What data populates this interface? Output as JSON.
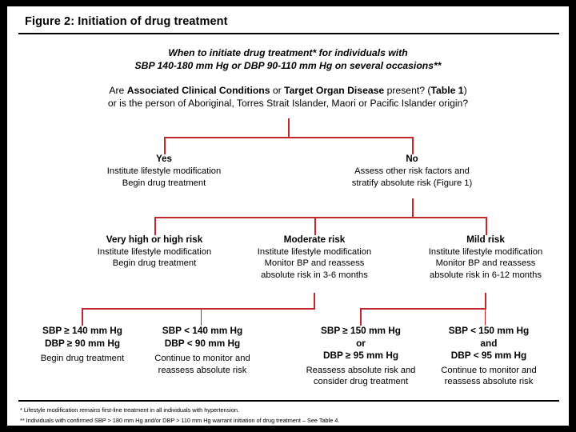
{
  "figure": {
    "title": "Figure 2: Initiation of drug treatment",
    "accent_color": "#c1272d",
    "border_color": "#000000",
    "background_color": "#ffffff"
  },
  "question": {
    "heading_line1": "When to initiate drug treatment* for individuals with",
    "heading_line2": "SBP 140-180 mm Hg or DBP 90-110 mm Hg on several occasions**",
    "prompt_line1_a": "Are ",
    "prompt_line1_b": "Associated Clinical Conditions",
    "prompt_line1_c": " or ",
    "prompt_line1_d": "Target Organ Disease",
    "prompt_line1_e": " present? (",
    "prompt_line1_f": "Table 1",
    "prompt_line1_g": ")",
    "prompt_line2": "or is the person of Aboriginal, Torres Strait Islander, Maori or Pacific Islander origin?"
  },
  "branches": {
    "yes": {
      "label": "Yes",
      "line1": "Institute lifestyle modification",
      "line2": "Begin drug treatment"
    },
    "no": {
      "label": "No",
      "line1": "Assess other risk factors and",
      "line2": "stratify absolute risk (Figure 1)"
    }
  },
  "risk_levels": [
    {
      "heading": "Very high or high risk",
      "line1": "Institute lifestyle modification",
      "line2": "Begin drug treatment",
      "line3": ""
    },
    {
      "heading": "Moderate risk",
      "line1": "Institute lifestyle modification",
      "line2": "Monitor BP and reassess",
      "line3": "absolute risk in 3-6 months"
    },
    {
      "heading": "Mild risk",
      "line1": "Institute lifestyle modification",
      "line2": "Monitor BP and reassess",
      "line3": "absolute risk in 6-12 months"
    }
  ],
  "outcomes": [
    {
      "head1": "SBP ≥ 140 mm Hg",
      "head2": "DBP ≥ 90 mm Hg",
      "head3": "",
      "body1": "Begin drug treatment",
      "body2": ""
    },
    {
      "head1": "SBP < 140 mm Hg",
      "head2": "DBP < 90 mm Hg",
      "head3": "",
      "body1": "Continue to monitor and",
      "body2": "reassess absolute risk"
    },
    {
      "head1": "SBP ≥ 150 mm Hg",
      "head2": "or",
      "head3": "DBP ≥ 95 mm Hg",
      "body1": "Reassess absolute risk and",
      "body2": "consider drug treatment"
    },
    {
      "head1": "SBP < 150 mm Hg",
      "head2": "and",
      "head3": "DBP < 95 mm Hg",
      "body1": "Continue to monitor and",
      "body2": "reassess absolute risk"
    }
  ],
  "footnotes": {
    "note1": "* Lifestyle modification remains first-line treatment in all individuals with hypertension.",
    "note2": "** Individuals with confirmed SBP > 180 mm Hg and/or DBP > 110 mm Hg warrant initiation of drug treatment – See Table 4."
  }
}
